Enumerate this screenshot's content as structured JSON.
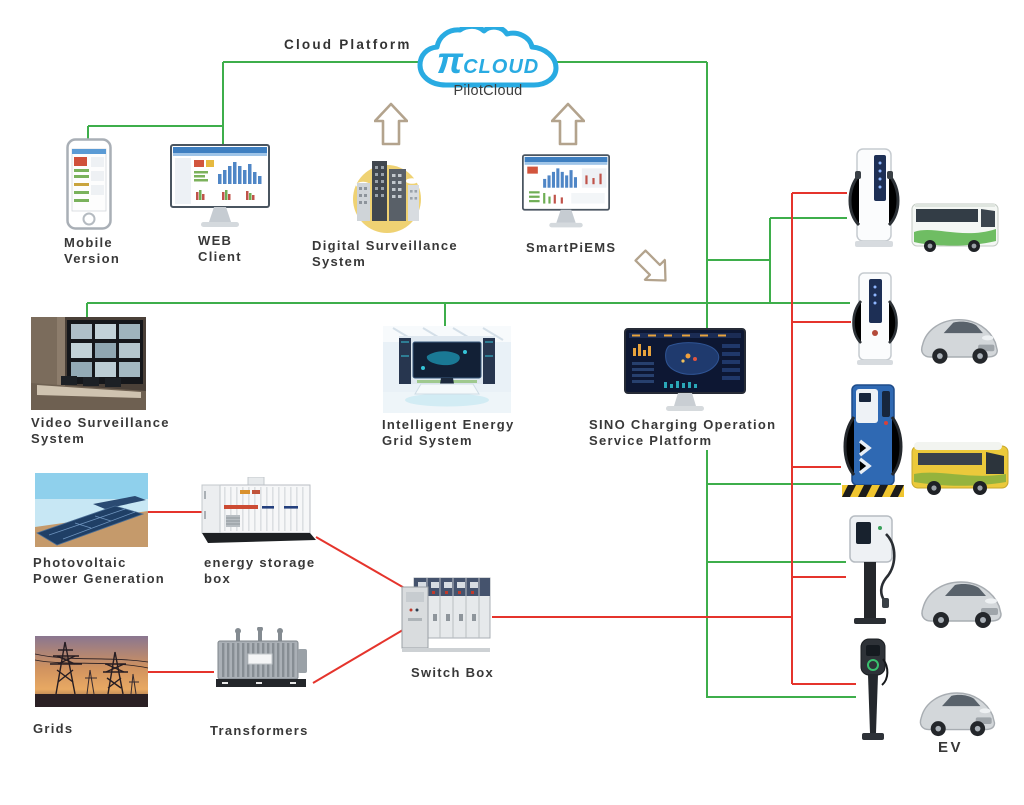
{
  "colors": {
    "green": "#3eae4b",
    "red": "#e5342c",
    "cloud_blue": "#29abe2",
    "arrow_tan": "#b3a38d",
    "label": "#383838"
  },
  "cloud": {
    "platform_label": "Cloud Platform",
    "logo_pi": "π",
    "logo_word": "CLOUD",
    "subtitle": "PilotCloud"
  },
  "nodes": {
    "mobile_version": {
      "label": "Mobile\nVersion"
    },
    "web_client": {
      "label": "WEB\nClient"
    },
    "digital_surveillance": {
      "label": "Digital Surveillance\nSystem"
    },
    "smartpiems": {
      "label": "SmartPiEMS"
    },
    "video_surveillance": {
      "label": "Video Surveillance\nSystem"
    },
    "intelligent_energy": {
      "label": "Intelligent Energy\nGrid System"
    },
    "sino_platform": {
      "label": "SINO Charging Operation\nService Platform"
    },
    "photovoltaic": {
      "label": "Photovoltaic\nPower Generation"
    },
    "energy_storage": {
      "label": "energy storage\nbox"
    },
    "grids": {
      "label": "Grids"
    },
    "transformers": {
      "label": "Transformers"
    },
    "switch_box": {
      "label": "Switch Box"
    },
    "ev": {
      "label": "EV"
    }
  }
}
